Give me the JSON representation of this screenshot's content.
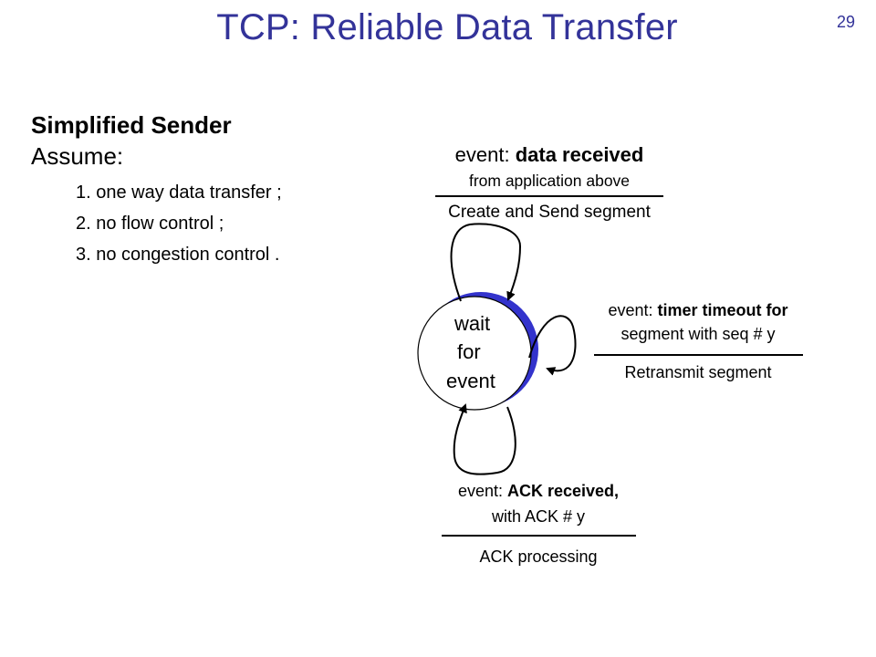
{
  "slide": {
    "title": "TCP: Reliable Data Transfer",
    "page_number": "29"
  },
  "sender": {
    "heading": "Simplified Sender",
    "assume_label": "Assume:",
    "assumptions": [
      "1. one way data transfer ;",
      "2. no flow control ;",
      "3. no congestion control ."
    ]
  },
  "state": {
    "line1": "wait",
    "line2": "for",
    "line3": "event"
  },
  "transitions": {
    "data_received": {
      "event_prefix": "event: ",
      "event_bold": "data received",
      "event_detail": "from application above",
      "action": "Create and Send segment"
    },
    "timeout": {
      "event_prefix": "event: ",
      "event_bold": "timer timeout for",
      "event_detail": "segment with seq # y",
      "action": "Retransmit segment"
    },
    "ack": {
      "event_prefix": "event: ",
      "event_bold": "ACK received,",
      "event_detail": "with ACK # y",
      "action": "ACK processing"
    }
  },
  "colors": {
    "title": "#333399",
    "state_shadow": "#3333cc",
    "state_fill": "#ffffff"
  }
}
